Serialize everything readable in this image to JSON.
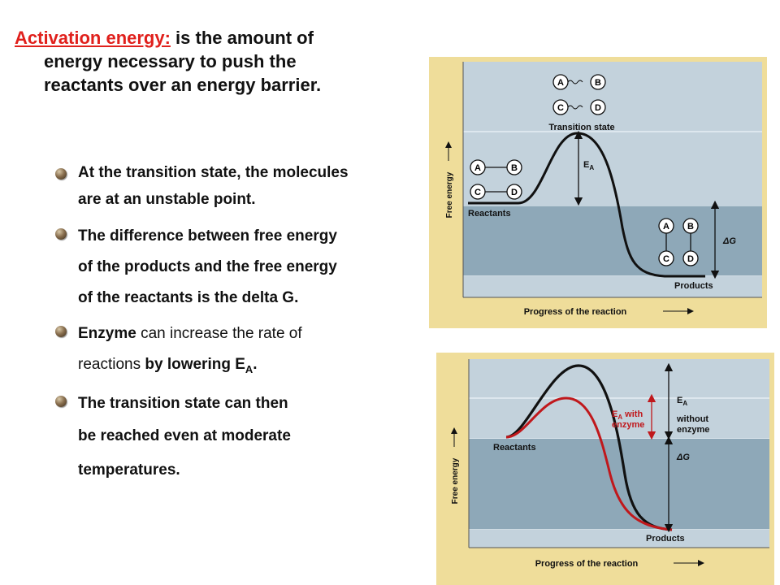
{
  "heading": {
    "term": "Activation energy:",
    "line1": " is the amount of",
    "line2": "energy necessary to push the",
    "line3": "reactants over an energy barrier."
  },
  "bullets": [
    {
      "lines": [
        "At the transition state, the molecules",
        "are at an unstable point."
      ]
    },
    {
      "lines": [
        "The difference between free energy",
        "of the products and the free energy",
        "of the reactants is the delta G."
      ]
    },
    {
      "part1": "Enzyme",
      "part2": " can increase the rate of",
      "part3": "reactions ",
      "part4": "by lowering E",
      "sub": "A",
      "part5": "."
    },
    {
      "lines": [
        "The transition state can then",
        "be reached even at moderate",
        "temperatures."
      ]
    }
  ],
  "figure1": {
    "transition_label": "Transition state",
    "reactants_label": "Reactants",
    "products_label": "Products",
    "ea_label": "E",
    "ea_sub": "A",
    "dg_label": "ΔG",
    "y_axis": "Free energy",
    "x_axis": "Progress of the reaction",
    "molecules": [
      "A",
      "B",
      "C",
      "D"
    ]
  },
  "figure2": {
    "reactants_label": "Reactants",
    "products_label": "Products",
    "ea_without_line1": "E",
    "ea_without_sub": "A",
    "ea_without_line2": "without",
    "ea_without_line3": "enzyme",
    "ea_with_line1": "E",
    "ea_with_sub": "A",
    "ea_with_line1b": " with",
    "ea_with_line2": "enzyme",
    "dg_label": "ΔG",
    "y_axis": "Free energy",
    "x_axis": "Progress of the reaction"
  },
  "colors": {
    "term": "#e0201c",
    "panel_bg": "#efdd9a",
    "plot_upper": "#c3d2dc",
    "plot_lower": "#8ea8b8",
    "enzyme_curve": "#c0181c"
  }
}
